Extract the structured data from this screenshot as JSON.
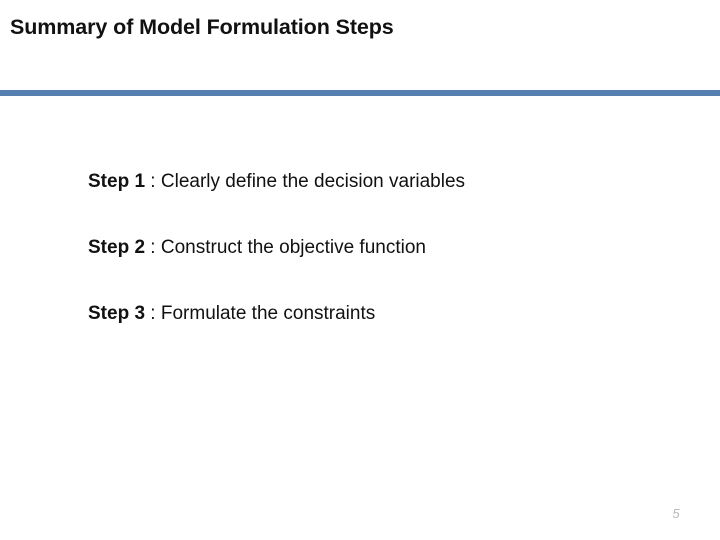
{
  "slide": {
    "title": "Summary of Model Formulation Steps",
    "page_number": "5",
    "accent_color": "#5580b0",
    "background_color": "#ffffff",
    "text_color": "#111111",
    "page_number_color": "#b9b9b9",
    "steps": [
      {
        "label": "Step 1",
        "separator": " : ",
        "text": "Clearly define the decision variables"
      },
      {
        "label": "Step 2",
        "separator": " : ",
        "text": "Construct the objective function"
      },
      {
        "label": "Step 3",
        "separator": " : ",
        "text": "Formulate the constraints"
      }
    ]
  }
}
